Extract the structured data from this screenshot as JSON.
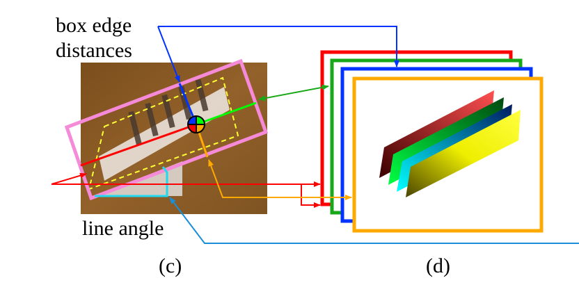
{
  "labels": {
    "box_edge_distances_line1": "box edge",
    "box_edge_distances_line2": "distances",
    "line_angle": "line angle",
    "caption_c": "(c)",
    "caption_d": "(d)"
  },
  "colors": {
    "photo_bg": "#8a5a22",
    "pink_box": "#f58ad8",
    "yellow_dash": "#ffff33",
    "red": "#ff0000",
    "green": "#18a818",
    "bright_green": "#00ff00",
    "blue": "#0033ff",
    "orange": "#ffaa00",
    "cyan": "#22d8ee",
    "light_blue": "#1a8fd8"
  },
  "icons": {
    "center_marker": "crosshair-circle-icon"
  }
}
